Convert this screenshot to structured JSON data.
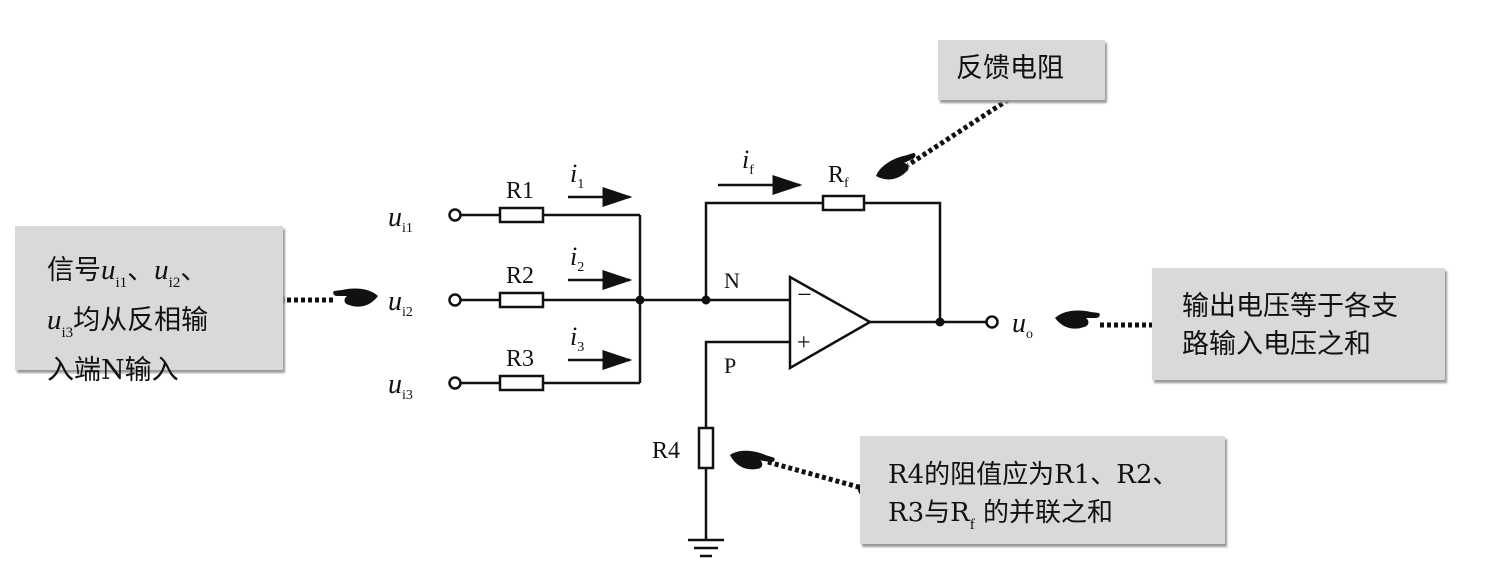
{
  "notes": {
    "inputs": {
      "line1_a": "信号",
      "u": "u",
      "s1": "i1",
      "sep": "、",
      "s2": "i2",
      "s3": "i3",
      "line2_b": "均从反相输",
      "line3": "入端N输入"
    },
    "feedback": {
      "text": "反馈电阻"
    },
    "output": {
      "line1": "输出电压等于各支",
      "line2": "路输入电压之和"
    },
    "r4": {
      "line1": "R4的阻值应为R1、R2、",
      "line2_a": "R3与R",
      "line2_sub": "f",
      "line2_b": " 的并联之和"
    }
  },
  "circuit": {
    "inputs": [
      {
        "var": "u",
        "sub": "i1"
      },
      {
        "var": "u",
        "sub": "i2"
      },
      {
        "var": "u",
        "sub": "i3"
      }
    ],
    "resistors": [
      "R1",
      "R2",
      "R3"
    ],
    "currents": [
      {
        "var": "i",
        "sub": "1"
      },
      {
        "var": "i",
        "sub": "2"
      },
      {
        "var": "i",
        "sub": "3"
      }
    ],
    "feedback_current": {
      "var": "i",
      "sub": "f"
    },
    "feedback_resistor": {
      "name": "R",
      "sub": "f"
    },
    "node_n": "N",
    "node_p": "P",
    "minus": "−",
    "plus": "+",
    "r4": "R4",
    "output": {
      "var": "u",
      "sub": "o"
    }
  },
  "colors": {
    "note_bg": "#d9d9d9",
    "line": "#111111"
  }
}
